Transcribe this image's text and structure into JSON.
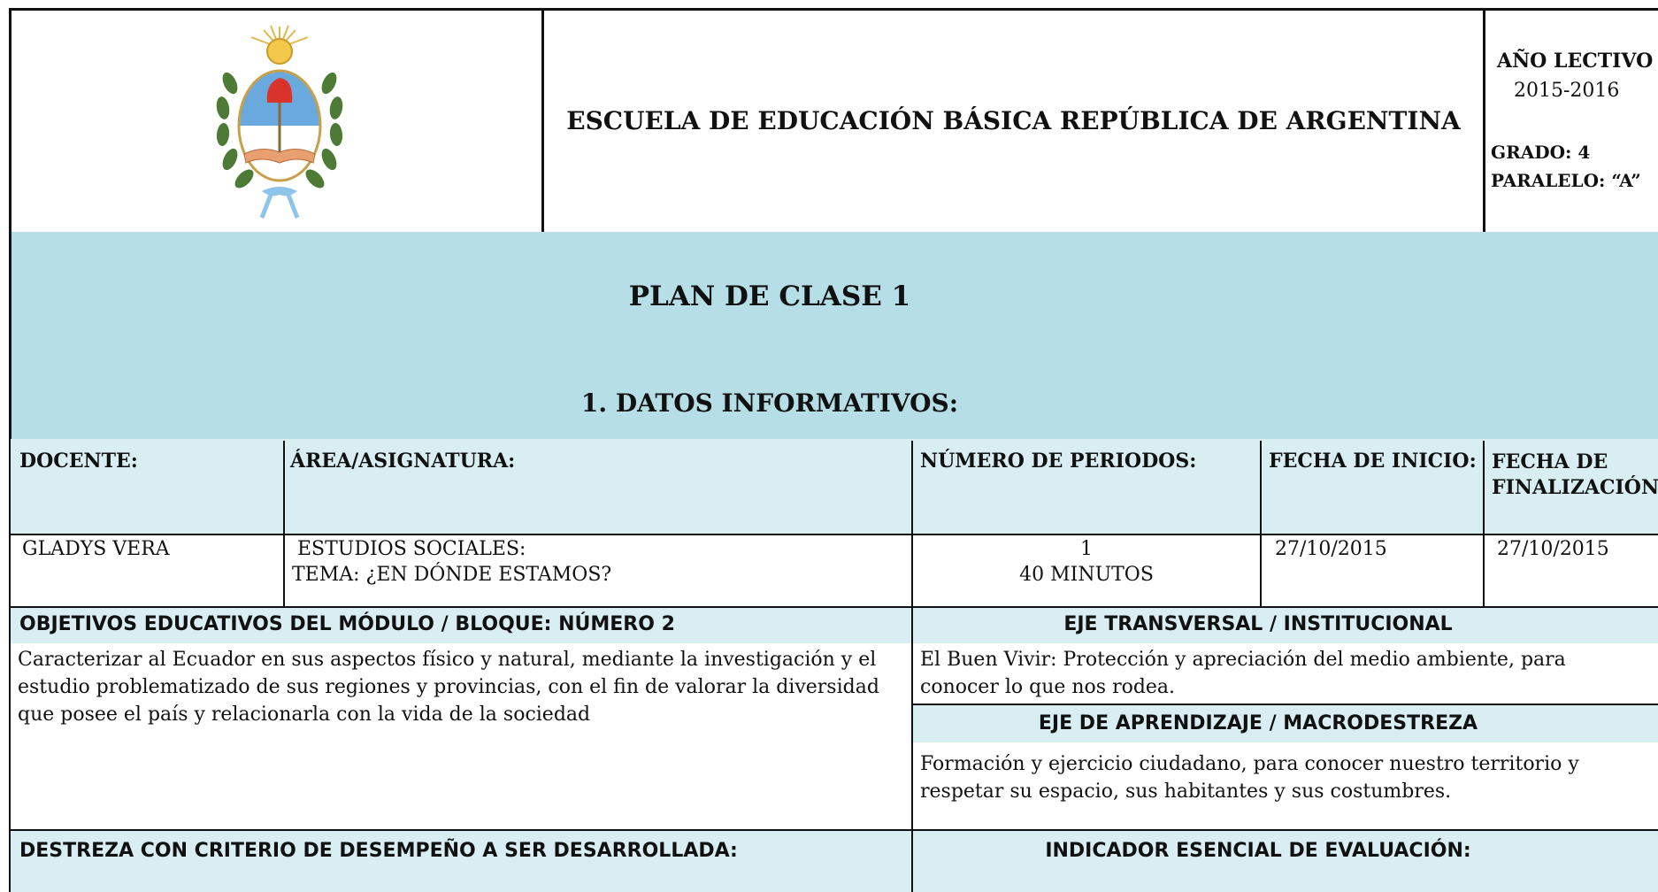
{
  "header": {
    "school_name": "ESCUELA DE EDUCACIÓN BÁSICA REPÚBLICA DE ARGENTINA",
    "year_label": "AÑO LECTIVO",
    "year_value": "2015-2016",
    "grade": "GRADO:  4",
    "section": "PARALELO: “A”",
    "seal_icon": "argentine-coat-of-arms-seal"
  },
  "plan_title": "PLAN DE CLASE  1",
  "section_title": "1. DATOS INFORMATIVOS:",
  "info_table": {
    "headers": [
      "DOCENTE:",
      "ÁREA/ASIGNATURA:",
      "NÚMERO DE PERIODOS:",
      "FECHA DE INICIO:",
      "FECHA DE FINALIZACIÓN:"
    ],
    "docente": "GLADYS VERA",
    "area": "ESTUDIOS SOCIALES:",
    "tema": "TEMA: ¿EN DÓNDE ESTAMOS?",
    "periodos": "1",
    "minutos": "40 MINUTOS",
    "fecha_inicio": "27/10/2015",
    "fecha_fin": "27/10/2015"
  },
  "objectives": {
    "title": "OBJETIVOS EDUCATIVOS DEL MÓDULO / BLOQUE: NÚMERO 2",
    "text": " Caracterizar al Ecuador en sus aspectos físico y natural, mediante la investigación y el estudio problematizado de sus regiones y provincias, con el fin de valorar la diversidad que posee el país y relacionarla con la vida de la sociedad"
  },
  "eje_transversal": {
    "title": "EJE TRANSVERSAL / INSTITUCIONAL",
    "text": "  El Buen Vivir: Protección y apreciación del medio ambiente, para conocer lo que nos rodea."
  },
  "eje_aprendizaje": {
    "title": "EJE DE APRENDIZAJE / MACRODESTREZA",
    "text": "Formación y ejercicio ciudadano, para conocer nuestro territorio y respetar su espacio, sus habitantes y sus costumbres."
  },
  "destreza": {
    "title": "DESTREZA CON CRITERIO DE DESEMPEÑO A SER DESARROLLADA:"
  },
  "indicador": {
    "title": "INDICADOR ESENCIAL DE EVALUACIÓN:"
  }
}
